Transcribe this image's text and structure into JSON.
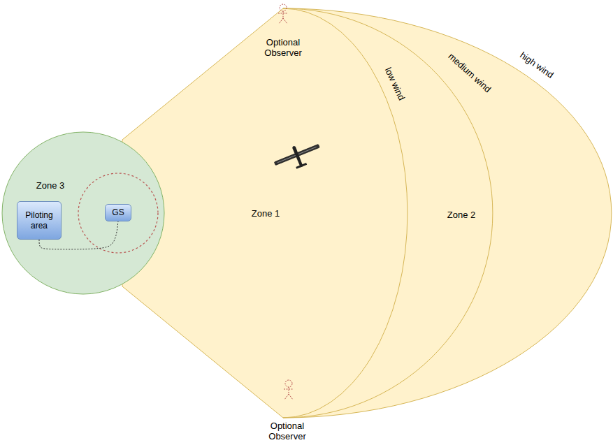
{
  "diagram": {
    "nodes": [
      {
        "text": [
          "Zone 3"
        ]
      },
      {
        "text": [
          "Piloting area"
        ],
        "in": 0
      },
      {
        "text": [
          "GS"
        ],
        "in": 0
      },
      {
        "text": [
          "Zone 2"
        ]
      },
      {
        "text": [
          "Zone 1"
        ],
        "in": 3
      }
    ],
    "edges": [
      {
        "from": 1,
        "to": 2,
        "arrow": "none"
      }
    ],
    "labels": [
      "Optional Observer",
      "Optional Observer",
      "low wind",
      "medium wind",
      "high wind"
    ]
  }
}
